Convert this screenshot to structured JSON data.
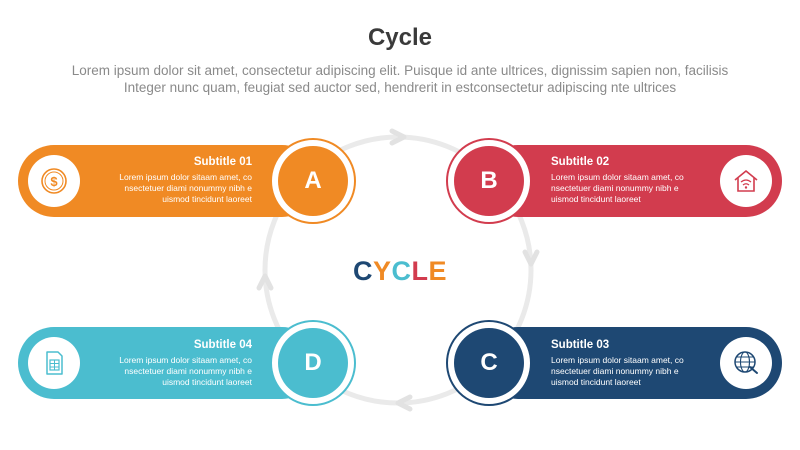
{
  "header": {
    "title": "Cycle",
    "description_line1": "Lorem ipsum dolor sit amet, consectetur adipiscing elit. Puisque id ante ultrices, dignissim sapien non, facilisis",
    "description_line2": "Integer nunc quam, feugiat sed auctor sed, hendrerit in estconsectetur adipiscing nte ultrices"
  },
  "center": {
    "letters": [
      {
        "char": "C",
        "color": "#1e4873"
      },
      {
        "char": "Y",
        "color": "#f08a24"
      },
      {
        "char": "C",
        "color": "#4bbdcf"
      },
      {
        "char": "L",
        "color": "#d23c4e"
      },
      {
        "char": "E",
        "color": "#f08a24"
      }
    ]
  },
  "items": [
    {
      "letter": "A",
      "subtitle": "Subtitle 01",
      "body": "Lorem ipsum dolor sitaam amet, co nsectetuer diami nonummy  nibh e uismod tincidunt laoreet",
      "color": "#f08a24",
      "icon": "dollar-coin-icon"
    },
    {
      "letter": "B",
      "subtitle": "Subtitle 02",
      "body": "Lorem ipsum dolor sitaam amet, co nsectetuer diami nonummy  nibh e uismod tincidunt laoreet",
      "color": "#d23c4e",
      "icon": "smart-home-wifi-icon"
    },
    {
      "letter": "C",
      "subtitle": "Subtitle 03",
      "body": "Lorem ipsum dolor sitaam amet, co nsectetuer diami nonummy  nibh e uismod tincidunt laoreet",
      "color": "#1e4873",
      "icon": "globe-icon"
    },
    {
      "letter": "D",
      "subtitle": "Subtitle 04",
      "body": "Lorem ipsum dolor sitaam amet, co nsectetuer diami nonummy  nibh e uismod tincidunt laoreet",
      "color": "#4bbdcf",
      "icon": "document-icon"
    }
  ]
}
